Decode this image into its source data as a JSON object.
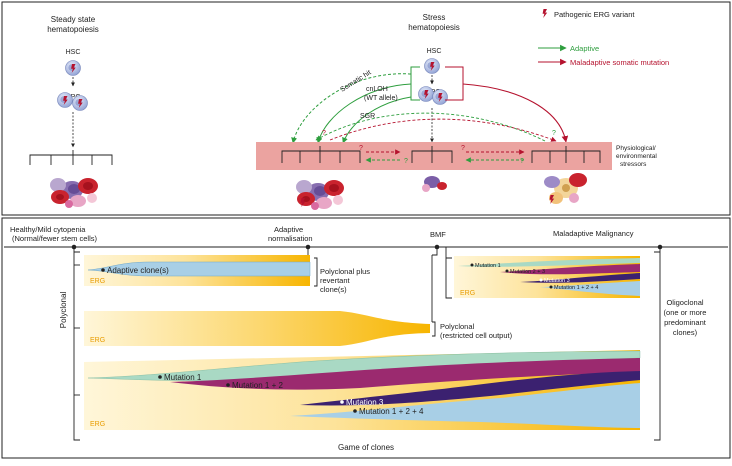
{
  "top": {
    "steady": {
      "line1": "Steady state",
      "line2": "hematopoiesis",
      "hsc": "HSC",
      "hpc": "HPC"
    },
    "stress": {
      "line1": "Stress",
      "line2": "hematopoiesis",
      "hsc": "HSC",
      "hpc": "HPC"
    },
    "arrows": {
      "somatic_hit": "Somatic hit",
      "cnloh": "cnLOH",
      "wt_allele": "(WT allele)",
      "sgr": "SGR",
      "question": "?"
    },
    "stressors": {
      "line1": "Physiological/",
      "line2": "environmental",
      "line3": "stressors"
    },
    "legend": {
      "variant": "Pathogenic ERG variant",
      "adaptive": "Adaptive",
      "maladaptive": "Maladaptive somatic mutation"
    }
  },
  "timeline": {
    "healthy": {
      "line1": "Healthy/Mild cytopenia",
      "line2": "(Normal/fewer stem cells)"
    },
    "adaptive": {
      "line1": "Adaptive",
      "line2": "normalisation"
    },
    "bmf": "BMF",
    "malignancy": "Maladaptive Malignancy"
  },
  "bottom": {
    "polyclonal_side": "Polyclonal",
    "erg": "ERG",
    "adaptive_clone": "Adaptive clone(s)",
    "revertant": {
      "line1": "Polyclonal plus",
      "line2": "revertant",
      "line3": "clone(s)"
    },
    "restricted": {
      "line1": "Polyclonal",
      "line2": "(restricted cell output)"
    },
    "oligo": {
      "line1": "Oligoclonal",
      "line2": "(one or more",
      "line3": "predominant",
      "line4": "clones)"
    },
    "mutations": {
      "m1": "Mutation 1",
      "m12": "Mutation 1 + 2",
      "m3": "Mutation 3",
      "m124": "Mutation 1 + 2 + 4",
      "m2p3": "Mutation 2 + 3",
      "m3s": "Mutation 3"
    },
    "game": "Game of clones"
  },
  "colors": {
    "green": "#2e9e3e",
    "red": "#b5122e",
    "orange": "#f7b500",
    "clone_blue": "#a8cfe6",
    "clone_teal": "#a9d9c4",
    "clone_magenta": "#9b2a6f",
    "clone_indigo": "#3b2170",
    "stress_band": "#eba3a0"
  }
}
